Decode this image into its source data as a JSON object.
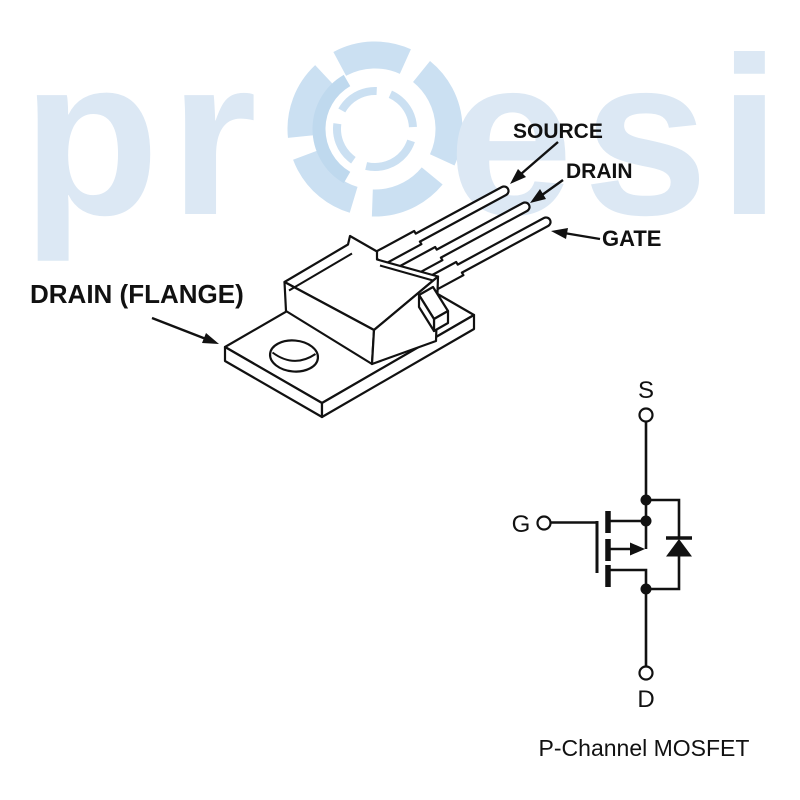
{
  "watermark": {
    "left_text": "pr",
    "right_text": "esi"
  },
  "colors": {
    "watermark_letters": "#dce8f4",
    "watermark_ring": "#cbe0f2",
    "watermark_ring_accent": "#bfd9ee",
    "line": "#111111"
  },
  "package": {
    "labels": {
      "source": "SOURCE",
      "drain": "DRAIN",
      "gate": "GATE",
      "flange": "DRAIN (FLANGE)"
    }
  },
  "schematic": {
    "source_terminal": "S",
    "gate_terminal": "G",
    "drain_terminal": "D",
    "caption": "P-Channel MOSFET"
  }
}
